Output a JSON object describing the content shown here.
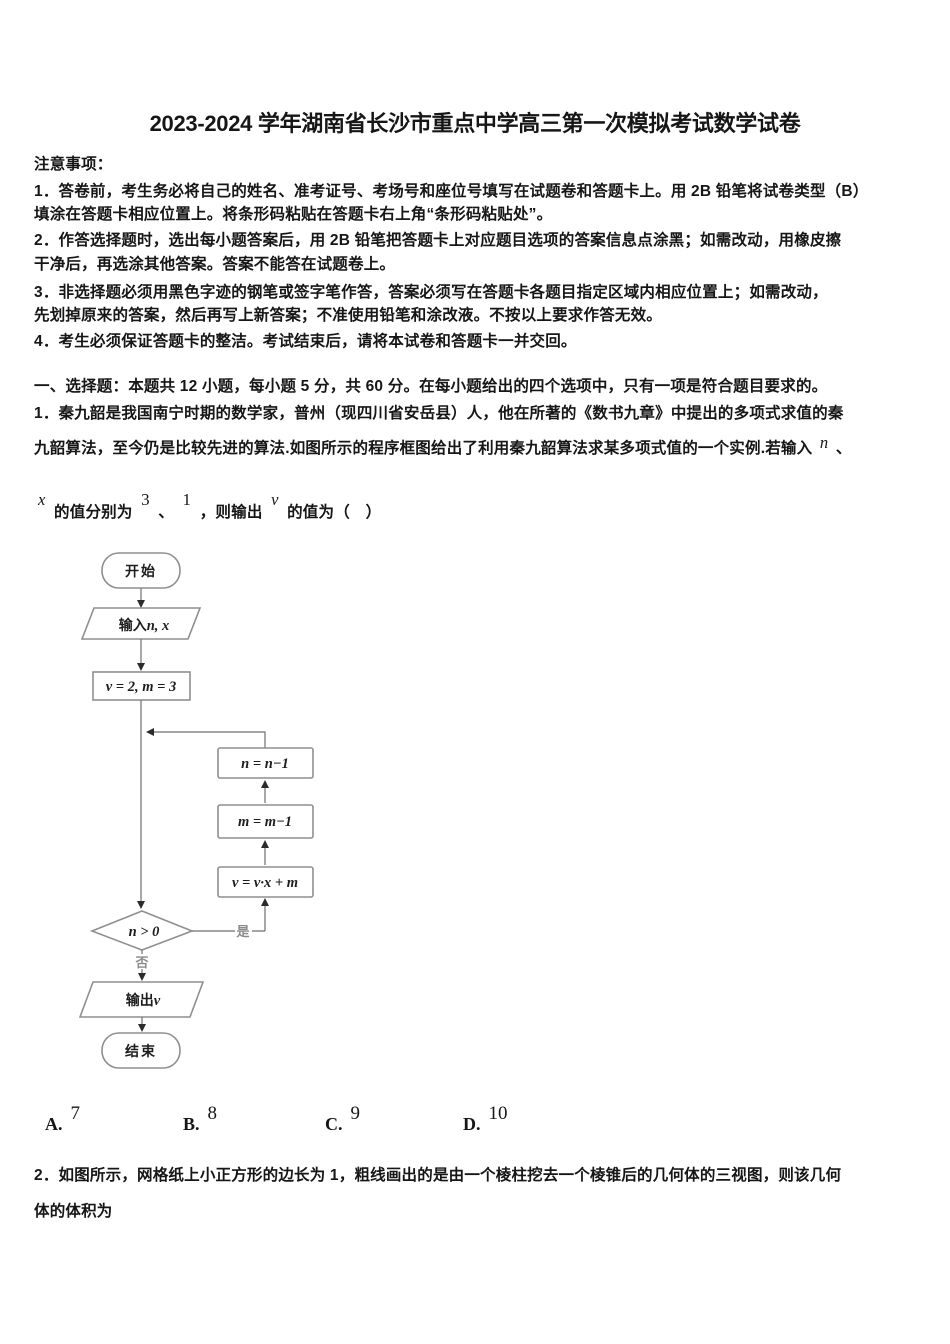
{
  "title": "2023-2024 学年湖南省长沙市重点中学高三第一次模拟考试数学试卷",
  "notice": {
    "heading": "注意事项：",
    "line1a": "1．答卷前，考生务必将自己的姓名、准考证号、考场号和座位号填写在试题卷和答题卡上。用 2B 铅笔将试卷类型（B）",
    "line1b": "填涂在答题卡相应位置上。将条形码粘贴在答题卡右上角“条形码粘贴处”。",
    "line2a": "2．作答选择题时，选出每小题答案后，用 2B 铅笔把答题卡上对应题目选项的答案信息点涂黑；如需改动，用橡皮擦",
    "line2b": "干净后，再选涂其他答案。答案不能答在试题卷上。",
    "line3a": "3．非选择题必须用黑色字迹的钢笔或签字笔作答，答案必须写在答题卡各题目指定区域内相应位置上；如需改动，",
    "line3b": "先划掉原来的答案，然后再写上新答案；不准使用铅笔和涂改液。不按以上要求作答无效。",
    "line4": "4．考生必须保证答题卡的整洁。考试结束后，请将本试卷和答题卡一并交回。"
  },
  "section": {
    "heading": "一、选择题：本题共 12 小题，每小题 5 分，共 60 分。在每小题给出的四个选项中，只有一项是符合题目要求的。"
  },
  "q1": {
    "line1": "1．秦九韶是我国南宁时期的数学家，普州（现四川省安岳县）人，他在所著的《数书九章》中提出的多项式求值的秦",
    "line2_text": "九韶算法，至今仍是比较先进的算法.如图所示的程序框图给出了利用秦九韶算法求某多项式值的一个实例.若输入",
    "line2_var": "n",
    "line2_tail": "、",
    "line3_var_x": "x",
    "line3_t1": "的值分别为",
    "line3_v1": "3",
    "line3_t2": "、",
    "line3_v2": "1",
    "line3_t3": "，则输出",
    "line3_var_v": "v",
    "line3_t4": "的值为（　）"
  },
  "flowchart": {
    "start": "开始",
    "input_label": "输入",
    "input_vars": "n, x",
    "init": "v = 2, m = 3",
    "loop_n": "n = n−1",
    "loop_m": "m = m−1",
    "loop_v": "v = v·x + m",
    "decision": "n > 0",
    "yes": "是",
    "no": "否",
    "output_label": "输出",
    "output_var": "v",
    "end": "结束"
  },
  "options": {
    "a_label": "A.",
    "a_value": "7",
    "b_label": "B.",
    "b_value": "8",
    "c_label": "C.",
    "c_value": "9",
    "d_label": "D.",
    "d_value": "10"
  },
  "q2": {
    "line1": "2．如图所示，网格纸上小正方形的边长为 1，粗线画出的是由一个棱柱挖去一个棱锥后的几何体的三视图，则该几何",
    "line2": "体的体积为"
  },
  "colors": {
    "text": "#161616",
    "flow_border": "#8f8f8f",
    "flow_line": "#6f6f6f",
    "flow_arrow": "#2b2b2b",
    "flow_label_gray": "#8a8a8a",
    "background": "#ffffff"
  }
}
